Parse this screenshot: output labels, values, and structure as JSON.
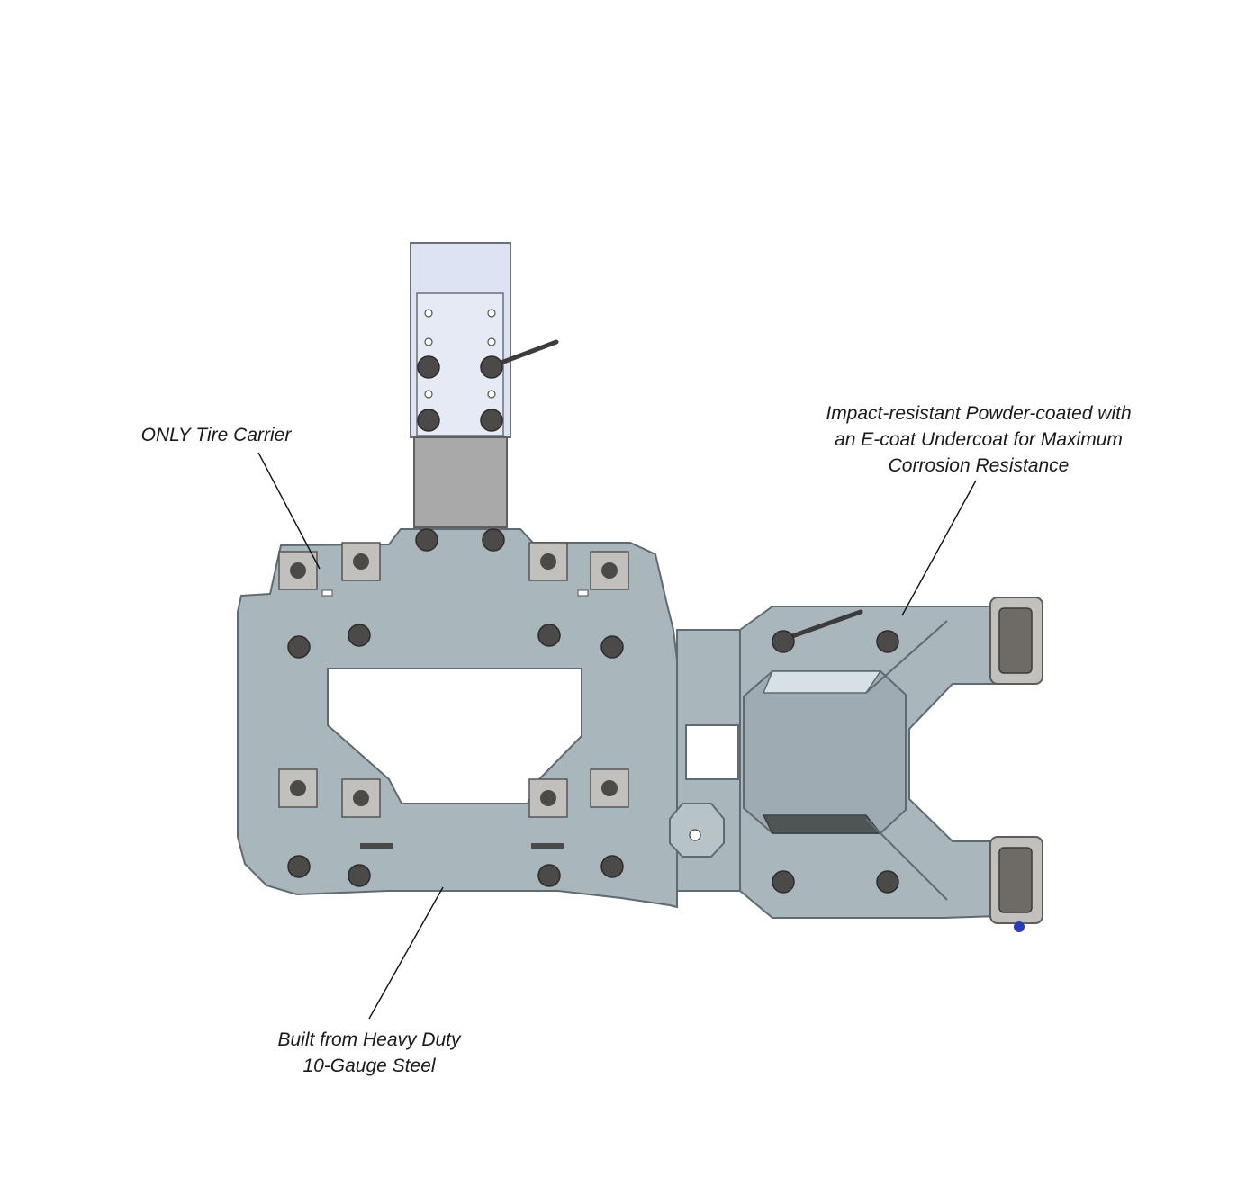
{
  "diagram": {
    "subject": "tire carrier",
    "colors": {
      "plate": "#a9b6bc",
      "plate_edge": "#5f6b70",
      "mount_tube": "#dde3f2",
      "mount_tube_lower": "#a9a9a9",
      "bolt": "#4c4a48",
      "pad": "#c2c0bd",
      "hinge": "#6e6b67",
      "accent_blue": "#2a3bb8",
      "leader": "#111111"
    },
    "callouts": [
      {
        "id": "tire-carrier",
        "lines": [
          "ONLY Tire Carrier"
        ]
      },
      {
        "id": "coating",
        "lines": [
          "Impact-resistant Powder-coated with",
          "an E-coat Undercoat for Maximum",
          "Corrosion Resistance"
        ]
      },
      {
        "id": "steel",
        "lines": [
          "Built from Heavy Duty",
          "10-Gauge Steel"
        ]
      }
    ]
  }
}
